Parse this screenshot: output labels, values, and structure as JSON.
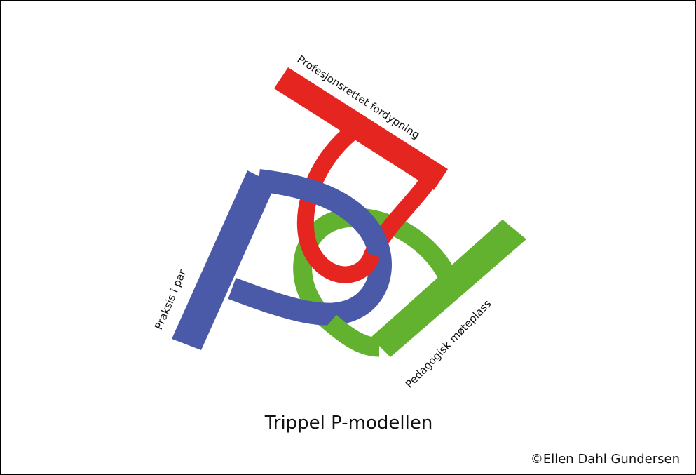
{
  "diagram": {
    "title": "Trippel P-modellen",
    "copyright": "©Ellen Dahl Gundersen",
    "labels": {
      "red": "Profesjonsrettet fordypning",
      "blue": "Praksis i par",
      "green": "Pedagogisk møteplass"
    },
    "colors": {
      "red": "#e52620",
      "blue": "#4b5aa8",
      "green": "#63b22f"
    }
  }
}
